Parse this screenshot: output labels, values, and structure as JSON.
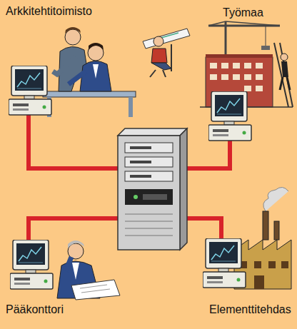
{
  "diagram": {
    "nodes": [
      {
        "text": [
          "Arkkitehtitoimisto"
        ]
      },
      {
        "text": [
          "Työmaa"
        ]
      },
      {
        "text": [
          "Pääkonttori"
        ]
      },
      {
        "text": [
          "Elementtitehdas"
        ]
      }
    ]
  }
}
